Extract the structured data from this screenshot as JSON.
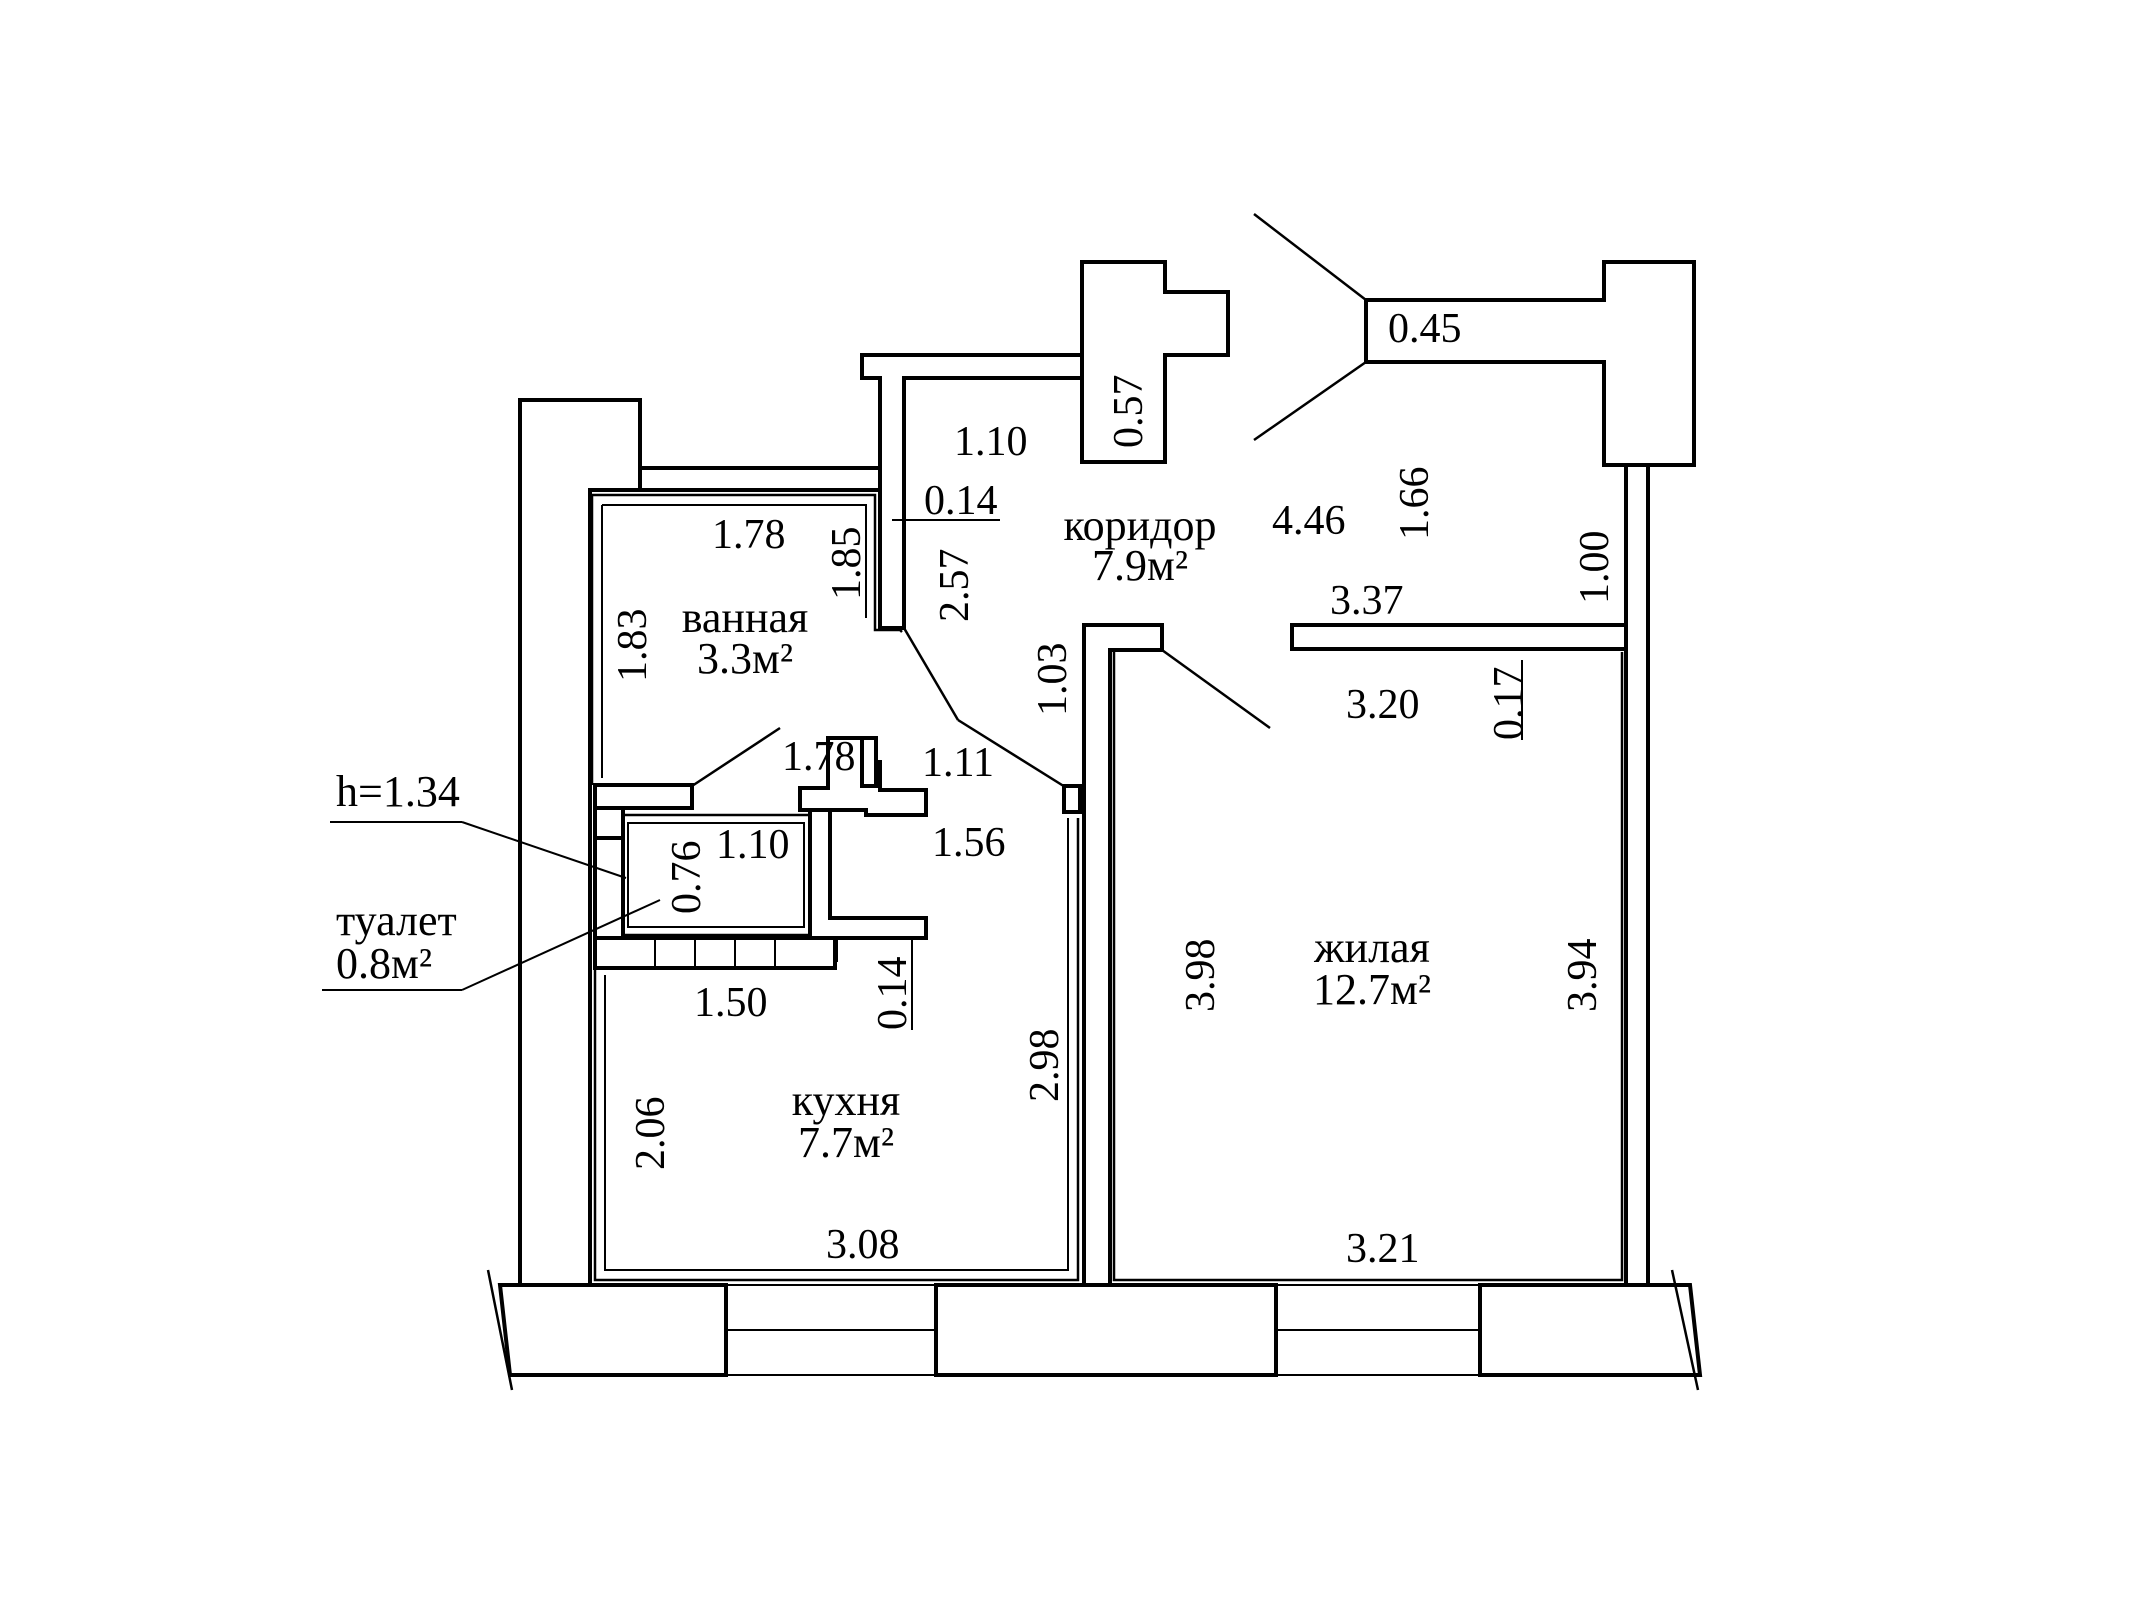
{
  "rooms": {
    "corridor": {
      "name": "коридор",
      "area": "7.9м²"
    },
    "bathroom": {
      "name": "ванная",
      "area": "3.3м²"
    },
    "toilet": {
      "name": "туалет",
      "area": "0.8м²",
      "height": "h=1.34"
    },
    "kitchen": {
      "name": "кухня",
      "area": "7.7м²"
    },
    "living": {
      "name": "жилая",
      "area": "12.7м²"
    }
  },
  "dimensions": {
    "d_045": "0.45",
    "d_057": "0.57",
    "d_110_top": "1.10",
    "d_014_top": "0.14",
    "d_446": "4.46",
    "d_166": "1.66",
    "d_178_top": "1.78",
    "d_185": "1.85",
    "d_257": "2.57",
    "d_100": "1.00",
    "d_337": "3.37",
    "d_183": "1.83",
    "d_103": "1.03",
    "d_017": "0.17",
    "d_320": "3.20",
    "d_178_mid": "1.78",
    "d_111": "1.11",
    "d_076": "0.76",
    "d_110_mid": "1.10",
    "d_156": "1.56",
    "d_150": "1.50",
    "d_014_mid": "0.14",
    "d_298": "2.98",
    "d_206": "2.06",
    "d_398": "3.98",
    "d_394": "3.94",
    "d_308": "3.08",
    "d_321": "3.21"
  }
}
